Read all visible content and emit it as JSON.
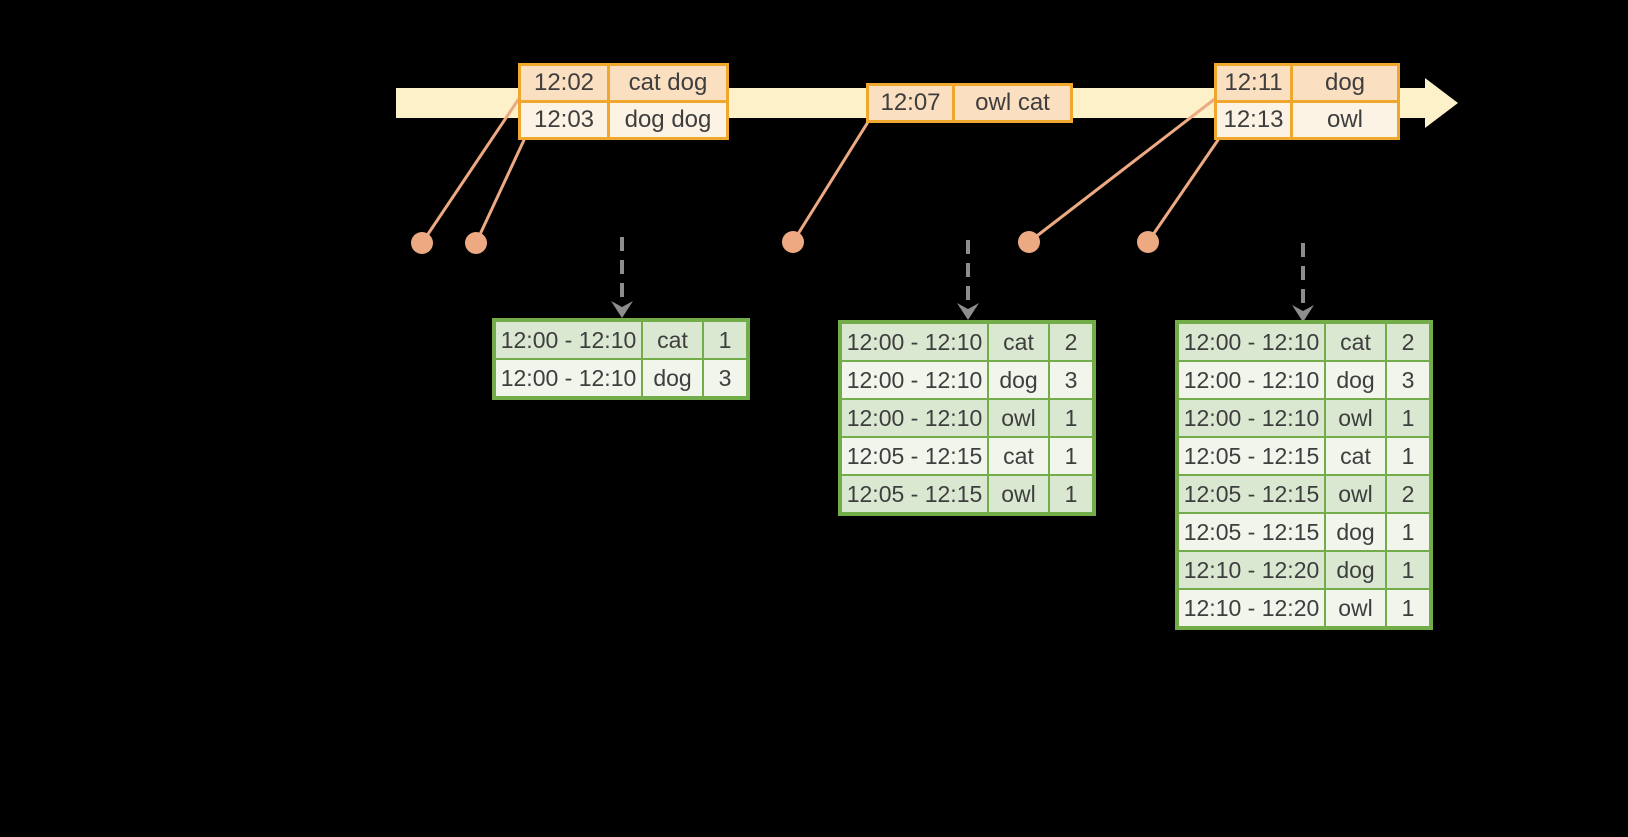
{
  "event_stream": {
    "tables": [
      {
        "rows": [
          {
            "time": "12:02",
            "words": "cat dog"
          },
          {
            "time": "12:03",
            "words": "dog dog"
          }
        ]
      },
      {
        "rows": [
          {
            "time": "12:07",
            "words": "owl cat"
          }
        ]
      },
      {
        "rows": [
          {
            "time": "12:11",
            "words": "dog"
          },
          {
            "time": "12:13",
            "words": "owl"
          }
        ]
      }
    ]
  },
  "result_tables": [
    {
      "rows": [
        {
          "window": "12:00 - 12:10",
          "word": "cat",
          "count": "1"
        },
        {
          "window": "12:00 - 12:10",
          "word": "dog",
          "count": "3"
        }
      ]
    },
    {
      "rows": [
        {
          "window": "12:00 - 12:10",
          "word": "cat",
          "count": "2"
        },
        {
          "window": "12:00 - 12:10",
          "word": "dog",
          "count": "3"
        },
        {
          "window": "12:00 - 12:10",
          "word": "owl",
          "count": "1"
        },
        {
          "window": "12:05 - 12:15",
          "word": "cat",
          "count": "1"
        },
        {
          "window": "12:05 - 12:15",
          "word": "owl",
          "count": "1"
        }
      ]
    },
    {
      "rows": [
        {
          "window": "12:00 - 12:10",
          "word": "cat",
          "count": "2"
        },
        {
          "window": "12:00 - 12:10",
          "word": "dog",
          "count": "3"
        },
        {
          "window": "12:00 - 12:10",
          "word": "owl",
          "count": "1"
        },
        {
          "window": "12:05 - 12:15",
          "word": "cat",
          "count": "1"
        },
        {
          "window": "12:05 - 12:15",
          "word": "owl",
          "count": "2"
        },
        {
          "window": "12:05 - 12:15",
          "word": "dog",
          "count": "1"
        },
        {
          "window": "12:10 - 12:20",
          "word": "dog",
          "count": "1"
        },
        {
          "window": "12:10 - 12:20",
          "word": "owl",
          "count": "1"
        }
      ]
    }
  ],
  "colors": {
    "background": "#000000",
    "band_fill": "#fcf1c9",
    "event_border": "#efa82d",
    "event_row_peach": "#fbdfc1",
    "event_row_cream": "#fdf3e4",
    "connector": "#edaa82",
    "result_border": "#73ad49",
    "result_row_dark": "#dbe8d1",
    "result_row_light": "#f1f5ec",
    "trigger_arrow": "#8d8d8d",
    "text": "#3e3e3e"
  }
}
